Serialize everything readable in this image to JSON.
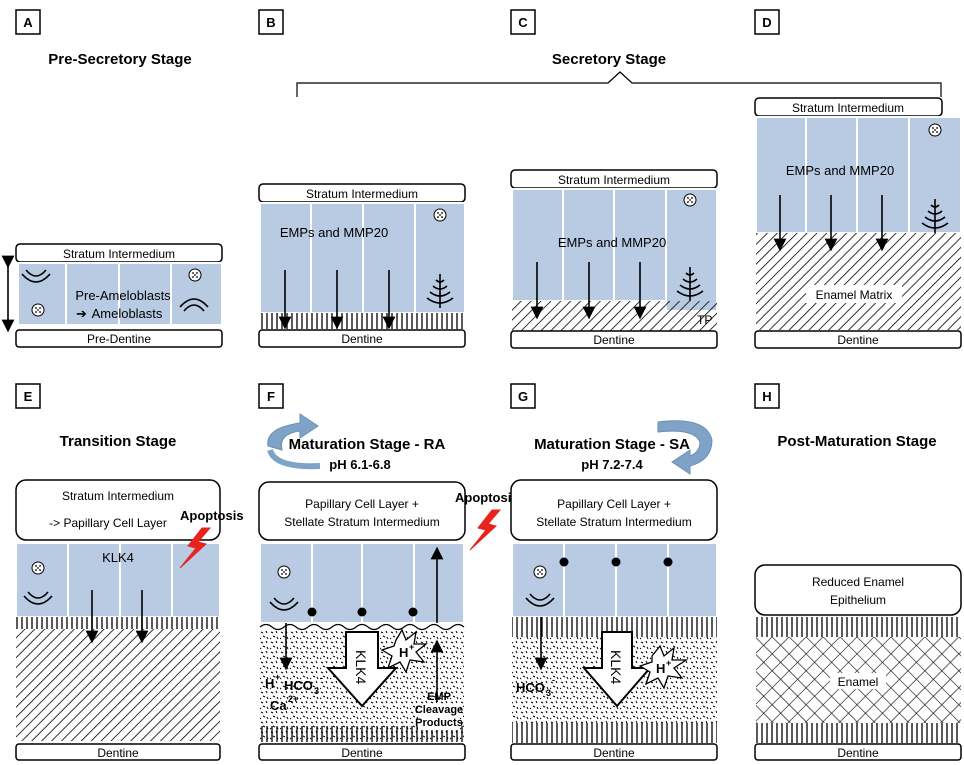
{
  "panels": {
    "A": {
      "letter": "A",
      "title": "Pre-Secretory Stage",
      "top_layer": "Stratum Intermedium",
      "cell_text": "Pre-Ameloblasts",
      "cell_text2": "Ameloblasts",
      "bottom": "Pre-Dentine"
    },
    "B": {
      "letter": "B",
      "top_layer": "Stratum Intermedium",
      "cell_text": "EMPs and MMP20",
      "bottom": "Dentine"
    },
    "C": {
      "letter": "C",
      "top_layer": "Stratum Intermedium",
      "cell_text": "EMPs and MMP20",
      "tp": "TP",
      "bottom": "Dentine"
    },
    "D": {
      "letter": "D",
      "top_layer": "Stratum Intermedium",
      "cell_text": "EMPs and MMP20",
      "matrix": "Enamel Matrix",
      "bottom": "Dentine"
    },
    "E": {
      "letter": "E",
      "title": "Transition Stage",
      "top_line1": "Stratum Intermedium",
      "top_line2": "-> Papillary Cell Layer",
      "apoptosis": "Apoptosis",
      "cell_text": "KLK4",
      "bottom": "Dentine"
    },
    "F": {
      "letter": "F",
      "title": "Maturation Stage - RA",
      "ph": "pH 6.1-6.8",
      "top_line1": "Papillary Cell Layer +",
      "top_line2": "Stellate Stratum Intermedium",
      "klk4": "KLK4",
      "h": "H",
      "hco3": "HCO",
      "ca": "Ca",
      "emp1": "EMP",
      "emp2": "Cleavage",
      "emp3": "Products",
      "bottom": "Dentine"
    },
    "G": {
      "letter": "G",
      "title": "Maturation Stage - SA",
      "ph": "pH 7.2-7.4",
      "apoptosis": "Apoptosis",
      "top_line1": "Papillary Cell Layer +",
      "top_line2": "Stellate Stratum Intermedium",
      "klk4": "KLK4",
      "h": "H",
      "hco3": "HCO",
      "bottom": "Dentine"
    },
    "H": {
      "letter": "H",
      "title": "Post-Maturation Stage",
      "top_line1": "Reduced Enamel",
      "top_line2": "Epithelium",
      "enamel": "Enamel",
      "bottom": "Dentine"
    }
  },
  "secretory_title": "Secretory Stage",
  "superscripts": {
    "plus": "+",
    "three": "3",
    "two_plus": "2+",
    "minus": "-"
  }
}
